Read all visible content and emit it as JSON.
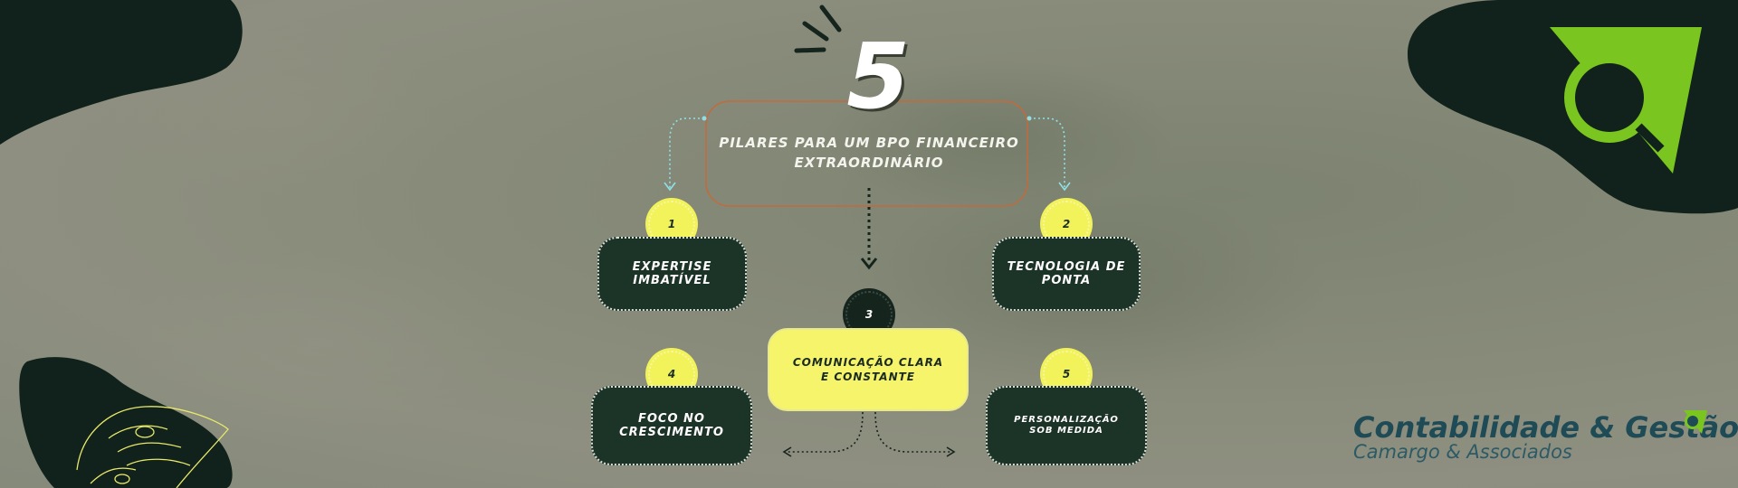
{
  "header": {
    "big_number": "5",
    "title_line1": "PILARES PARA UM BPO FINANCEIRO",
    "title_line2": "EXTRAORDINÁRIO"
  },
  "pillars": [
    {
      "number": "1",
      "label": "EXPERTISE IMBATÍVEL"
    },
    {
      "number": "2",
      "label": "TECNOLOGIA DE PONTA"
    },
    {
      "number": "3",
      "label": "COMUNICAÇÃO CLARA E CONSTANTE"
    },
    {
      "number": "4",
      "label": "FOCO NO CRESCIMENTO"
    },
    {
      "number": "5",
      "label": "PERSONALIZAÇÃO SOB MEDIDA"
    }
  ],
  "brand": {
    "name": "Contabilidade & Gestão",
    "tagline": "Camargo & Associados",
    "logo_icon": "green-circle-triangle-logo"
  },
  "colors": {
    "dark_green": "#15241d",
    "accent_yellow": "#f2f25a",
    "logo_green": "#7ac51f",
    "brand_teal": "#1f4b57"
  }
}
